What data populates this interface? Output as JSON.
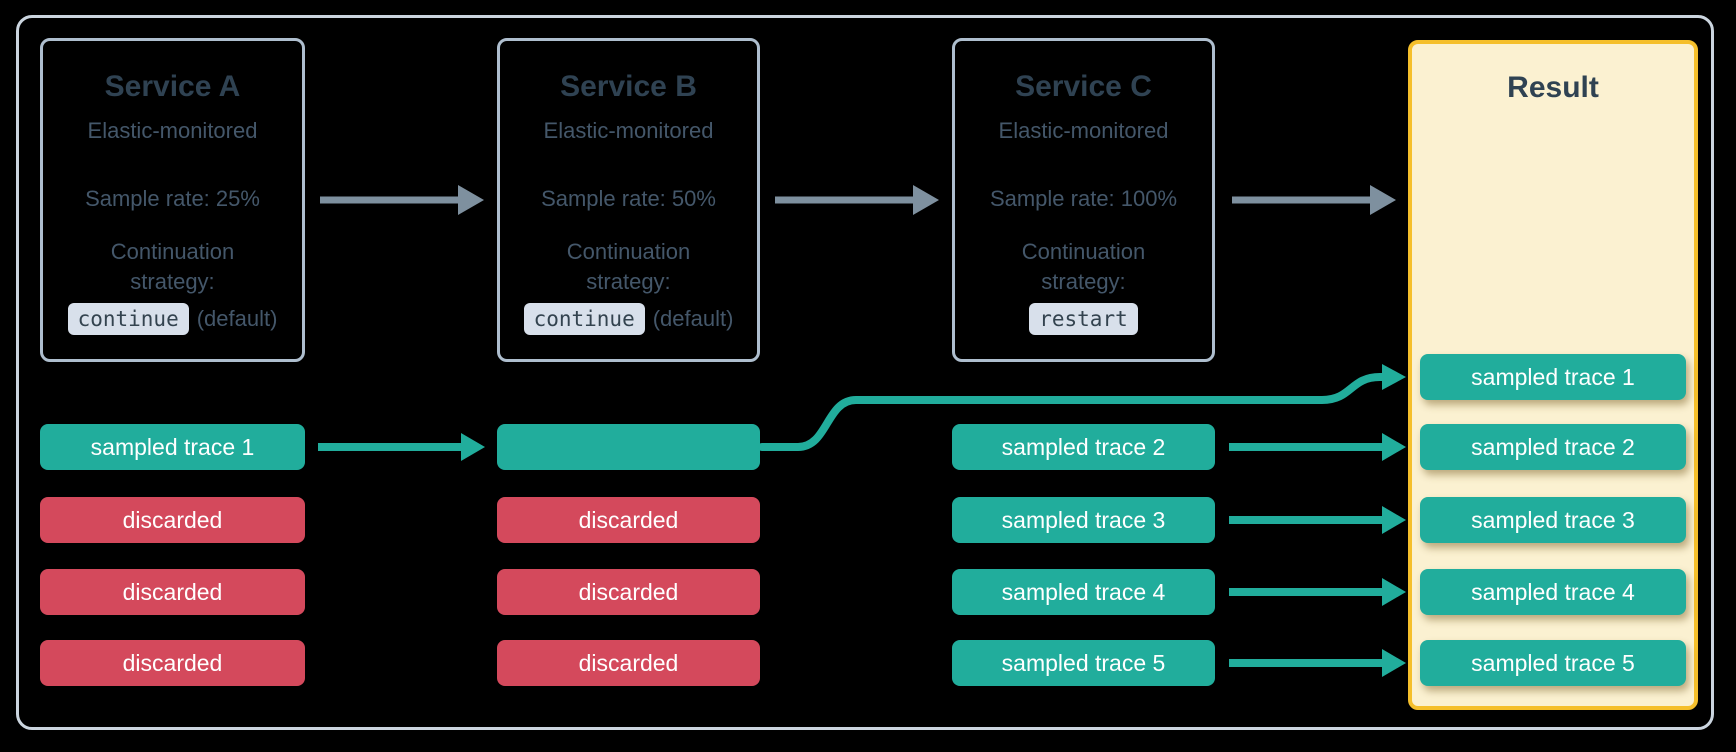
{
  "services": [
    {
      "title": "Service A",
      "monitored": "Elastic-monitored",
      "sample_rate": "Sample rate: 25%",
      "continuation_line1": "Continuation",
      "continuation_line2": "strategy:",
      "strategy_code": "continue",
      "strategy_note": "(default)"
    },
    {
      "title": "Service B",
      "monitored": "Elastic-monitored",
      "sample_rate": "Sample rate: 50%",
      "continuation_line1": "Continuation",
      "continuation_line2": "strategy:",
      "strategy_code": "continue",
      "strategy_note": "(default)"
    },
    {
      "title": "Service C",
      "monitored": "Elastic-monitored",
      "sample_rate": "Sample rate: 100%",
      "continuation_line1": "Continuation",
      "continuation_line2": "strategy:",
      "strategy_code": "restart",
      "strategy_note": ""
    }
  ],
  "result": {
    "title": "Result",
    "pills": [
      "sampled trace 1",
      "sampled trace 2",
      "sampled trace 3",
      "sampled trace 4",
      "sampled trace 5"
    ]
  },
  "lanes": {
    "service_a": [
      "sampled trace 1",
      "discarded",
      "discarded",
      "discarded"
    ],
    "service_b": [
      "",
      "discarded",
      "discarded",
      "discarded"
    ],
    "service_c": [
      "sampled trace 2",
      "sampled trace 3",
      "sampled trace 4",
      "sampled trace 5"
    ]
  },
  "colors": {
    "teal": "#21AD9C",
    "red": "#D4495C",
    "gold_border": "#F5BF2B",
    "cream_fill": "#FBF1D1",
    "title_slate": "#2F4252",
    "body_slate": "#44576A",
    "box_border": "#AEBECE",
    "frame_border": "#CBD5DF",
    "arrow_gray": "#7E909F",
    "code_badge_bg": "#D8E0EB"
  }
}
